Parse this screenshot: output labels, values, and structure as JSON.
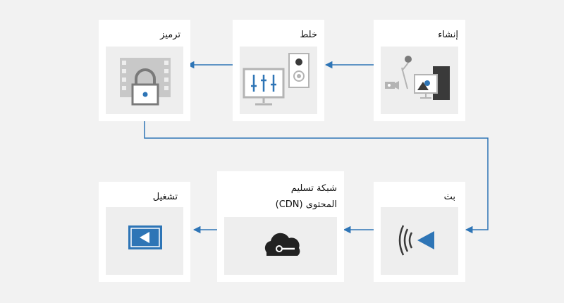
{
  "steps": {
    "create": {
      "label": "إنشاء",
      "icon": "create-media-icon"
    },
    "mix": {
      "label": "خلط",
      "icon": "mixer-icon"
    },
    "encode": {
      "label": "ترميز",
      "icon": "encrypted-video-icon"
    },
    "broadcast": {
      "label": "بث",
      "icon": "broadcast-icon"
    },
    "cdn": {
      "label_line1": "شبكة تسليم",
      "label_line2": "المحتوى (CDN)",
      "icon": "cloud-icon"
    },
    "play": {
      "label": "تشغيل",
      "icon": "video-player-icon"
    }
  },
  "colors": {
    "arrow": "#2e75b6",
    "icon_gray": "#b4b4b4",
    "icon_dark": "#7a7a7a",
    "accent_blue": "#2e75b6"
  }
}
